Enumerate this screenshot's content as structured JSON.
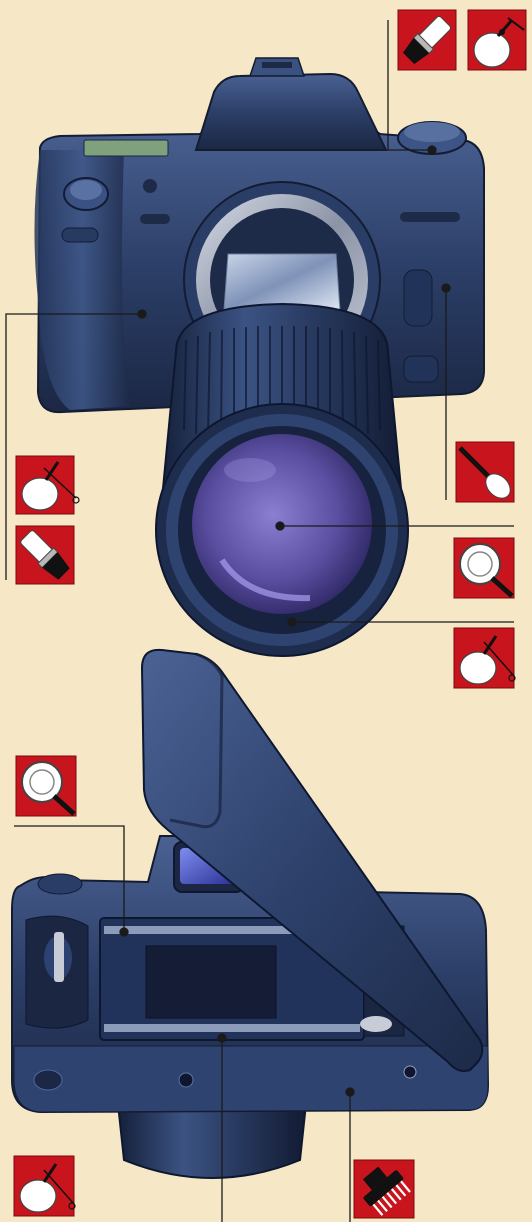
{
  "colors": {
    "background": "#f6e8c6",
    "body_dark": "#1c2a48",
    "body_mid": "#2d4068",
    "body_light": "#4f6797",
    "lens_purple": "#5f54a6",
    "tool_red": "#c8141c",
    "leader_line": "#1a1a1a"
  },
  "tools": [
    {
      "id": "top-left-brush",
      "icon": "brush-icon"
    },
    {
      "id": "top-right-blower",
      "icon": "air-blower-icon"
    },
    {
      "id": "left-blower",
      "icon": "air-blower-icon"
    },
    {
      "id": "left-brush",
      "icon": "brush-icon"
    },
    {
      "id": "right-swab",
      "icon": "cotton-swab-icon"
    },
    {
      "id": "right-magnifier",
      "icon": "magnifier-icon"
    },
    {
      "id": "right-blower",
      "icon": "air-blower-icon"
    },
    {
      "id": "back-magnifier",
      "icon": "magnifier-icon"
    },
    {
      "id": "bottom-left-blower",
      "icon": "air-blower-icon"
    },
    {
      "id": "bottom-right-bristle-brush",
      "icon": "bristle-brush-icon"
    }
  ]
}
